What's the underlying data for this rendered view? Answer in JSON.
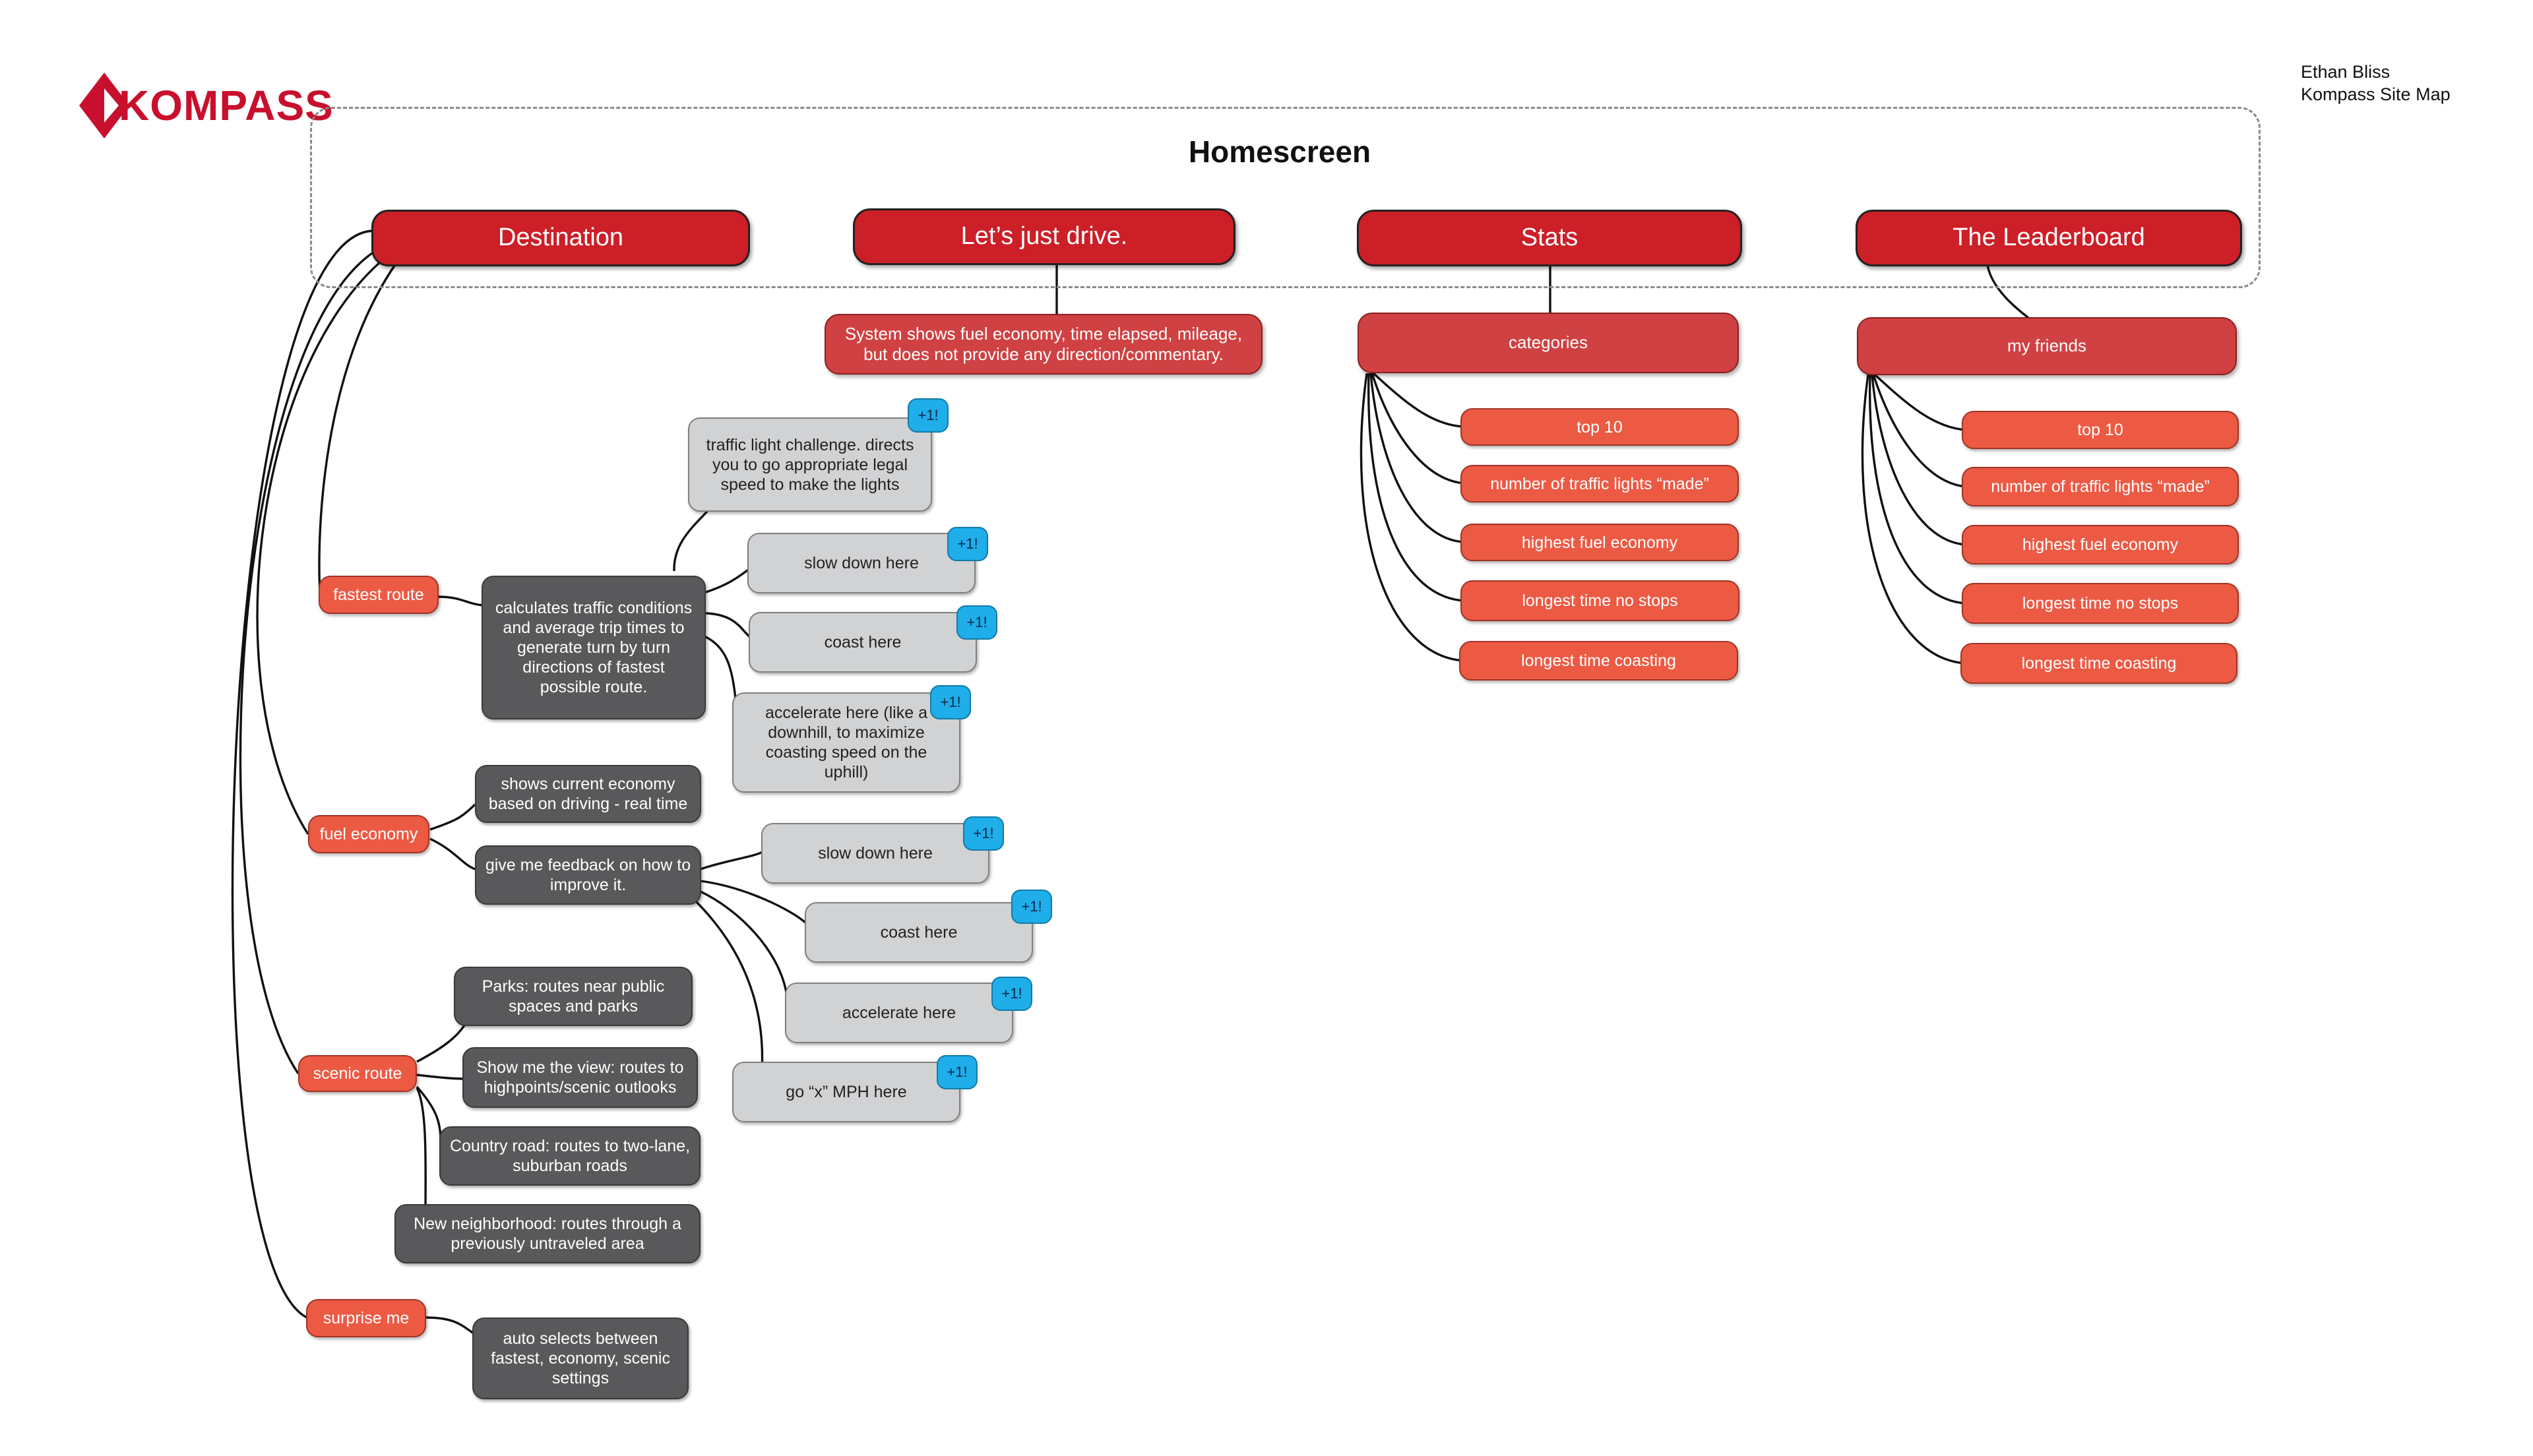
{
  "header": {
    "logo_text": "KOMPASS",
    "author_name": "Ethan Bliss",
    "document_title": "Kompass Site Map",
    "homescreen_label": "Homescreen"
  },
  "colors": {
    "brand_red": "#cc1f27",
    "category_red": "#cf4142",
    "leaf_coral": "#ec5a44",
    "feature_dark_gray": "#59595b",
    "tip_light_gray": "#d1d2d4",
    "badge_blue": "#1faee9"
  },
  "sections": {
    "destination": "Destination",
    "lets_just_drive": "Let’s just drive.",
    "stats": "Stats",
    "leaderboard": "The Leaderboard"
  },
  "lets_just_drive": {
    "description": "System shows fuel economy, time elapsed, mileage, but does not provide any direction/commentary."
  },
  "stats": {
    "categories_label": "categories",
    "items": [
      "top 10",
      "number of traffic lights “made”",
      "highest fuel economy",
      "longest time no stops",
      "longest time coasting"
    ]
  },
  "leaderboard": {
    "friends_label": "my friends",
    "items": [
      "top 10",
      "number of traffic lights “made”",
      "highest fuel economy",
      "longest time no stops",
      "longest time coasting"
    ]
  },
  "destination": {
    "fastest_route": {
      "label": "fastest route",
      "description": "calculates traffic conditions and average trip times to generate turn by turn directions of fastest possible route.",
      "tips": [
        {
          "text": "traffic light challenge. directs you to go appropriate legal speed to make the lights",
          "badge": "+1!"
        },
        {
          "text": "slow down here",
          "badge": "+1!"
        },
        {
          "text": "coast here",
          "badge": "+1!"
        },
        {
          "text": "accelerate here (like a downhill, to maximize coasting speed on the uphill)",
          "badge": "+1!"
        }
      ]
    },
    "fuel_economy": {
      "label": "fuel economy",
      "current": "shows current economy based on driving - real time",
      "feedback": "give me feedback on how to improve it.",
      "tips": [
        {
          "text": "slow down here",
          "badge": "+1!"
        },
        {
          "text": "coast here",
          "badge": "+1!"
        },
        {
          "text": "accelerate here",
          "badge": "+1!"
        },
        {
          "text": "go “x” MPH here",
          "badge": "+1!"
        }
      ]
    },
    "scenic_route": {
      "label": "scenic route",
      "options": [
        "Parks: routes near public spaces and parks",
        "Show me the view: routes to highpoints/scenic outlooks",
        "Country road: routes to two-lane, suburban roads",
        "New neighborhood: routes through a previously untraveled area"
      ]
    },
    "surprise_me": {
      "label": "surprise me",
      "description": "auto selects between fastest, economy, scenic settings"
    }
  }
}
